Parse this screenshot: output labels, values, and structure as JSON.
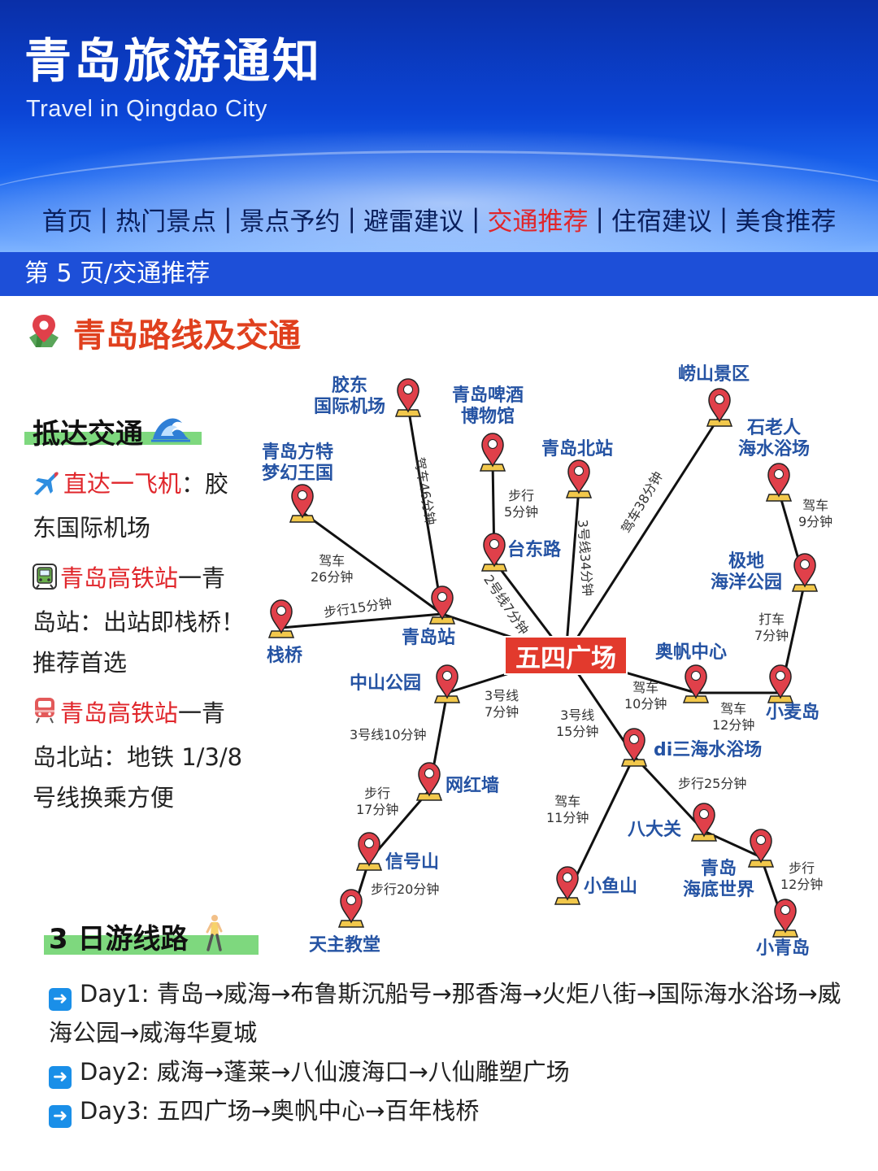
{
  "header": {
    "title": "青岛旅游通知",
    "subtitle": "Travel in Qingdao City"
  },
  "nav": {
    "items": [
      "首页",
      "热门景点",
      "景点予约",
      "避雷建议",
      "交通推荐",
      "住宿建议",
      "美食推荐"
    ],
    "active_index": 4
  },
  "page_indicator": "第 5 页/交通推荐",
  "section": {
    "title": "青岛路线及交通"
  },
  "arrival": {
    "heading": "抵达交通",
    "items": [
      {
        "icon": "airplane-icon",
        "highlight": "直达一飞机",
        "text": "：胶东国际机场"
      },
      {
        "icon": "train-icon",
        "highlight": "青岛高铁站",
        "text": "一青岛站：出站即栈桥！推荐首选"
      },
      {
        "icon": "train-icon",
        "highlight": "青岛高铁站",
        "text": "一青岛北站：地铁 1/3/8 号线换乘方便"
      }
    ]
  },
  "map": {
    "center": "五四广场",
    "nodes": {
      "jiaodong": "胶东\n国际机场",
      "beer": "青岛啤酒\n博物馆",
      "north": "青岛北站",
      "laoshan": "崂山景区",
      "shilaoren": "石老人\n海水浴场",
      "fantawild": "青岛方特\n梦幻王国",
      "taidong": "台东路",
      "jidi": "极地\n海洋公园",
      "zhanqiao": "栈桥",
      "qdz": "青岛站",
      "aofan": "奥帆中心",
      "xiaomaidao": "小麦岛",
      "zhongshan": "中山公园",
      "di3": "di三海水浴场",
      "wanghong": "网红墙",
      "badaguan": "八大关",
      "xinhao": "信号山",
      "xiaoyu": "小鱼山",
      "underwater": "青岛\n海底世界",
      "tianzhu": "天主教堂",
      "xiaoqing": "小青岛"
    },
    "edges": {
      "jiaodong_qdz": "驾车46分钟",
      "beer_taidong": "步行\n5分钟",
      "north_center": "3号线34分钟",
      "laoshan_center": "驾车38分钟",
      "shilaoren_jidi": "驾车\n9分钟",
      "fantawild_qdz": "驾车\n26分钟",
      "taidong_center": "2号线7分钟",
      "jidi_xiaomaidao": "打车\n7分钟",
      "zhanqiao_qdz": "步行15分钟",
      "aofan_center": "驾车\n10分钟",
      "aofan_xiaomaidao": "驾车\n12分钟",
      "zhongshan_center": "3号线\n7分钟",
      "di3_center": "3号线\n15分钟",
      "zhongshan_wanghong": "3号线10分钟",
      "di3_badaguan": "步行25分钟",
      "wanghong_xinhao": "步行\n17分钟",
      "di3_xiaoyu": "驾车\n11分钟",
      "xinhao_tianzhu": "步行20分钟",
      "underwater_xiaoqing": "步行\n12分钟"
    }
  },
  "itinerary": {
    "heading": "3 日游线路",
    "days": [
      {
        "label": "Day1:",
        "route": "青岛→威海→布鲁斯沉船号→那香海→火炬八街→国际海水浴场→威海公园→威海华夏城"
      },
      {
        "label": "Day2:",
        "route": "威海→蓬莱→八仙渡海口→八仙雕塑广场"
      },
      {
        "label": "Day3:",
        "route": "五四广场→奥帆中心→百年栈桥"
      }
    ]
  },
  "colors": {
    "accent_red": "#e0262b",
    "label_blue": "#2553a3",
    "banner_blue": "#0b45d6",
    "highlight_green": "#7ed87e",
    "pin_red": "#e0404a"
  }
}
